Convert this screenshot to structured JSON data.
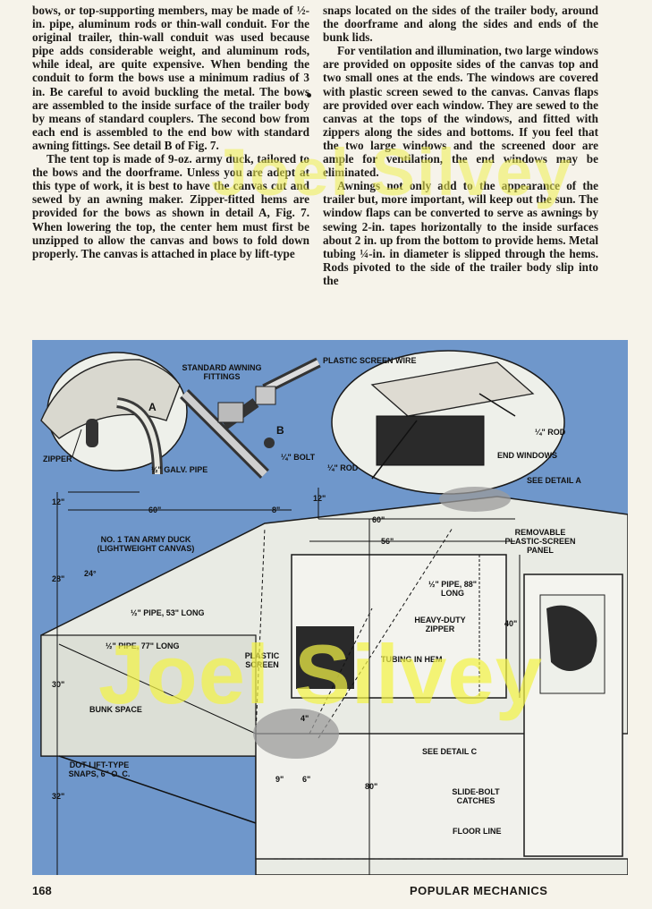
{
  "article": {
    "left_column": [
      "bows, or top-supporting members, may be made of ½-in. pipe, aluminum rods or thin-wall conduit. For the original trailer, thin-wall conduit was used because pipe adds considerable weight, and aluminum rods, while ideal, are quite expensive. When bending the conduit to form the bows use a minimum radius of 3 in. Be careful to avoid buckling the metal. The bows are assembled to the inside surface of the trailer body by means of standard couplers. The second bow from each end is assembled to the end bow with standard awning fittings. See detail B of Fig. 7.",
      "The tent top is made of 9-oz. army duck, tailored to the bows and the doorframe. Unless you are adept at this type of work, it is best to have the canvas cut and sewed by an awning maker. Zipper-fitted hems are provided for the bows as shown in detail A, Fig. 7. When lowering the top, the center hem must first be unzipped to allow the canvas and bows to fold down properly. The canvas is attached in place by lift-type"
    ],
    "right_column": [
      "snaps located on the sides of the trailer body, around the doorframe and along the sides and ends of the bunk lids.",
      "For ventilation and illumination, two large windows are provided on opposite sides of the canvas top and two small ones at the ends. The windows are covered with plastic screen sewed to the canvas. Canvas flaps are provided over each window. They are sewed to the canvas at the tops of the windows, and fitted with zippers along the sides and bottoms. If you feel that the two large windows and the screened door are ample for ventilation, the end windows may be eliminated.",
      "Awnings not only add to the appearance of the trailer but, more important, will keep out the sun. The window flaps can be converted to serve as awnings by sewing 2-in. tapes horizontally to the inside surfaces about 2 in. up from the bottom to provide hems. Metal tubing ¼-in. in diameter is slipped through the hems. Rods pivoted to the side of the trailer body slip into the"
    ]
  },
  "figure": {
    "labels": {
      "detail_a": "A",
      "detail_b": "B",
      "zipper": "ZIPPER",
      "standard_awning_fittings": "STANDARD AWNING FITTINGS",
      "bolt": "¼\" BOLT",
      "galv_pipe": "½\" GALV. PIPE",
      "plastic_screen_wire": "PLASTIC SCREEN WIRE",
      "rod_right": "¼\" ROD",
      "rod_left": "¼\" ROD",
      "end_windows": "END WINDOWS",
      "see_detail_a": "SEE DETAIL A",
      "army_duck": "No. 1 TAN ARMY DUCK (LIGHTWEIGHT CANVAS)",
      "pipe_53": "½\" PIPE, 53\" LONG",
      "pipe_77": "½\" PIPE, 77\" LONG",
      "pipe_88": "½\" PIPE, 88\" LONG",
      "heavy_duty_zipper": "HEAVY-DUTY ZIPPER",
      "plastic_screen": "PLASTIC SCREEN",
      "tubing_in_hem": "TUBING IN HEM",
      "removable_panel": "REMOVABLE PLASTIC-SCREEN PANEL",
      "bunk_space": "BUNK SPACE",
      "dot_snaps": "DOT LIFT-TYPE SNAPS, 6\" O. C.",
      "see_detail_c": "SEE DETAIL C",
      "slide_bolt": "SLIDE-BOLT CATCHES",
      "floor_line": "FLOOR LINE"
    },
    "dimensions": {
      "d12_left": "12\"",
      "d60_left": "60\"",
      "d8": "8\"",
      "d12_mid": "12\"",
      "d60_mid": "60\"",
      "d56": "56\"",
      "d28": "28\"",
      "d24": "24°",
      "d30": "30\"",
      "d32": "32\"",
      "d40": "40\"",
      "d80": "80\"",
      "d4": "4\"",
      "d9": "9\"",
      "d6": "6\""
    }
  },
  "watermark": "Joel Silvey",
  "footer": {
    "page_number": "168",
    "magazine": "POPULAR MECHANICS"
  }
}
